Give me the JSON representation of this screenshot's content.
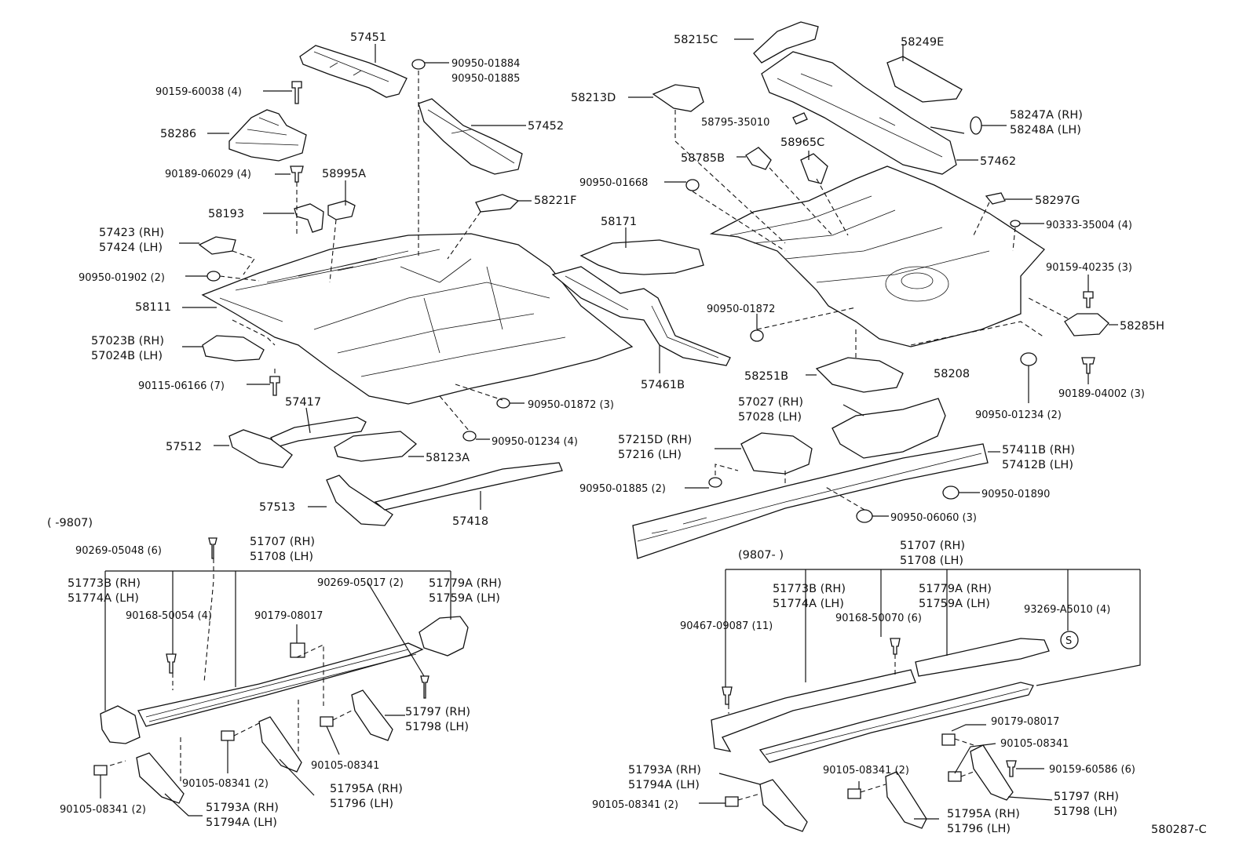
{
  "diagram_id": "580287-C",
  "date_ranges": {
    "before": "(      -9807)",
    "after": "(9807-        )"
  },
  "callouts": {
    "p57451": "57451",
    "p90950_01884": "90950-01884",
    "p90950_01885": "90950-01885",
    "p90159_60038": "90159-60038 (4)",
    "p58286": "58286",
    "p57452": "57452",
    "p90189_06029": "90189-06029 (4)",
    "p58995A": "58995A",
    "p58193": "58193",
    "p58221F": "58221F",
    "p57423": "57423 (RH)",
    "p57424": "57424 (LH)",
    "p90950_01902": "90950-01902 (2)",
    "p58111": "58111",
    "p57023B": "57023B (RH)",
    "p57024B": "57024B (LH)",
    "p90115_06166": "90115-06166 (7)",
    "p57417": "57417",
    "p57512": "57512",
    "p58123A": "58123A",
    "p90950_01872_3": "90950-01872 (3)",
    "p90950_01234_4": "90950-01234 (4)",
    "p57513": "57513",
    "p57418": "57418",
    "p58171": "58171",
    "p57461B": "57461B",
    "p58215C": "58215C",
    "p58249E": "58249E",
    "p58213D": "58213D",
    "p58795": "58795-35010",
    "p58247A": "58247A (RH)",
    "p58248A": "58248A (LH)",
    "p58785B": "58785B",
    "p58965C": "58965C",
    "p57462": "57462",
    "p90950_01668": "90950-01668",
    "p58297G": "58297G",
    "p90333": "90333-35004 (4)",
    "p90159_40235": "90159-40235 (3)",
    "p90950_01872": "90950-01872",
    "p58285H": "58285H",
    "p58251B": "58251B",
    "p58208": "58208",
    "p90189_04002": "90189-04002 (3)",
    "p90950_01234_2": "90950-01234 (2)",
    "p57027": "57027 (RH)",
    "p57028": "57028 (LH)",
    "p57215D": "57215D (RH)",
    "p57216": "57216  (LH)",
    "p57411B": "57411B (RH)",
    "p57412B": "57412B (LH)",
    "p90950_01885_2": "90950-01885 (2)",
    "p90950_01890": "90950-01890",
    "p90950_06060": "90950-06060 (3)",
    "l90269_05048": "90269-05048 (6)",
    "l51707": "51707 (RH)",
    "l51708": "51708 (LH)",
    "l51773B": "51773B (RH)",
    "l51774A": "51774A (LH)",
    "l90269_05017": "90269-05017 (2)",
    "l51779A": "51779A (RH)",
    "l51759A": "51759A (LH)",
    "l90168_50054": "90168-50054 (4)",
    "l90179_08017": "90179-08017",
    "l51797": "51797 (RH)",
    "l51798": "51798 (LH)",
    "l90105_08341": "90105-08341",
    "l90105_08341_2a": "90105-08341 (2)",
    "l51795A": "51795A (RH)",
    "l51796": "51796    (LH)",
    "l90105_08341_2b": "90105-08341 (2)",
    "l51793A": "51793A (RH)",
    "l51794A": "51794A (LH)",
    "r51707": "51707 (RH)",
    "r51708": "51708 (LH)",
    "r51773B": "51773B (RH)",
    "r51774A": "51774A (LH)",
    "r51779A": "51779A (RH)",
    "r51759A": "51759A (LH)",
    "r93269": "93269-A5010 (4)",
    "r90467": "90467-09087 (11)",
    "r90168_50070": "90168-50070 (6)",
    "r90179_08017": "90179-08017",
    "r90105_08341": "90105-08341",
    "r90159_60586": "90159-60586 (6)",
    "r51793A": "51793A (RH)",
    "r51794A": "51794A (LH)",
    "r90105_08341_2a": "90105-08341 (2)",
    "r90105_08341_2b": "90105-08341 (2)",
    "r51795A": "51795A (RH)",
    "r51796": "51796    (LH)",
    "r51797": "51797 (RH)",
    "r51798": "51798 (LH)",
    "s_symbol": "S"
  }
}
